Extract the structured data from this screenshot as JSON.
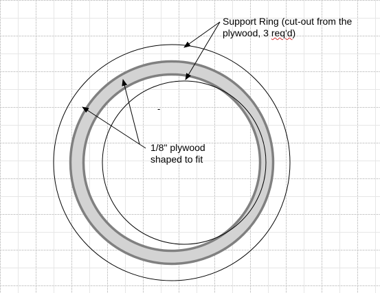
{
  "labels": {
    "support_line1": "Support Ring (cut-out from the",
    "support_line2_pre": "plywood, 3 ",
    "support_line2_flag": "req'd",
    "support_line2_post": ")",
    "plywood_line1": "1/8\" plywood",
    "plywood_line2": "shaped to fit"
  },
  "center_mark": "-",
  "colors": {
    "band_fill": "#d3d3d3",
    "band_edge": "#808080",
    "outline": "#000000",
    "grid": "#c8c8c8"
  }
}
